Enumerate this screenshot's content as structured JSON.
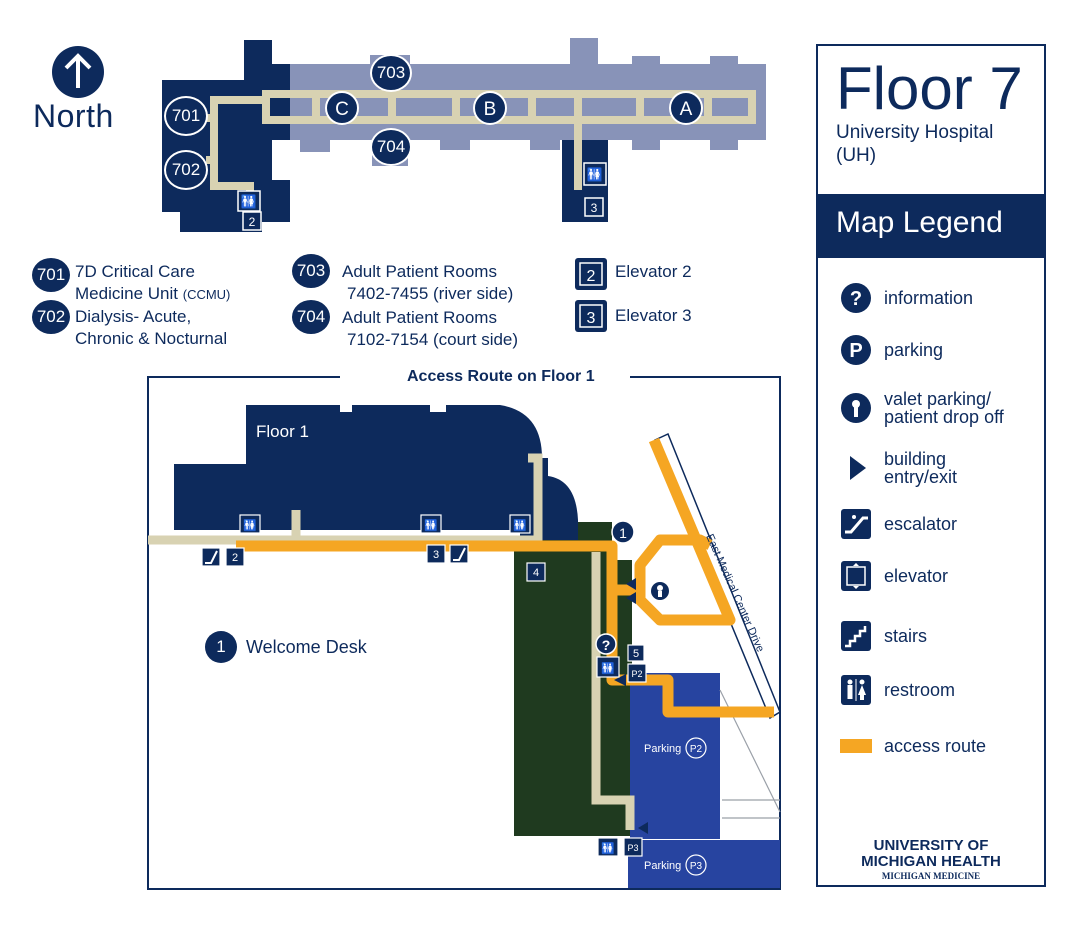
{
  "compass": {
    "label": "North"
  },
  "floor_plan": {
    "zone_labels": {
      "a": "A",
      "b": "B",
      "c": "C"
    },
    "room_badges": {
      "r701": "701",
      "r702": "702",
      "r703": "703",
      "r704": "704"
    },
    "elevator_numbers": {
      "e2": "2",
      "e3": "3"
    }
  },
  "key": {
    "items": [
      {
        "badge": "701",
        "line1": "7D Critical Care",
        "line2": "Medicine Unit",
        "line2_small": "(CCMU)"
      },
      {
        "badge": "702",
        "line1": "Dialysis- Acute,",
        "line2": "Chronic & Nocturnal"
      },
      {
        "badge": "703",
        "line1": "Adult Patient Rooms",
        "line2": "7402-7455 (river side)"
      },
      {
        "badge": "704",
        "line1": "Adult Patient Rooms",
        "line2": "7102-7154 (court side)"
      }
    ],
    "elevators": [
      {
        "number": "2",
        "label": "Elevator 2"
      },
      {
        "number": "3",
        "label": "Elevator 3"
      }
    ]
  },
  "access": {
    "title": "Access Route on Floor 1",
    "floor_label": "Floor 1",
    "street": "East Medical Center Drive",
    "welcome_badge": "1",
    "welcome_label": "Welcome Desk",
    "parking_p2": "Parking",
    "parking_p2_code": "P2",
    "parking_p3": "Parking",
    "parking_p3_code": "P3",
    "elevator_numbers": {
      "e2": "2",
      "e3": "3",
      "e4": "4",
      "e5": "5",
      "p2": "P2",
      "p3": "P3"
    },
    "desk_marker": "1"
  },
  "legend_panel": {
    "floor_title": "Floor 7",
    "building": "University Hospital",
    "building_code": "(UH)",
    "header": "Map Legend",
    "items": [
      {
        "icon": "info-icon",
        "label": "information"
      },
      {
        "icon": "parking-icon",
        "label": "parking"
      },
      {
        "icon": "valet-key-icon",
        "label": "valet parking/\npatient drop off"
      },
      {
        "icon": "entry-arrow-icon",
        "label": "building\nentry/exit"
      },
      {
        "icon": "escalator-icon",
        "label": "escalator"
      },
      {
        "icon": "elevator-icon",
        "label": "elevator"
      },
      {
        "icon": "stairs-icon",
        "label": "stairs"
      },
      {
        "icon": "restroom-icon",
        "label": "restroom"
      },
      {
        "icon": "access-route-swatch",
        "label": "access route"
      }
    ],
    "brand_line1": "UNIVERSITY OF",
    "brand_line2": "MICHIGAN HEALTH",
    "brand_line3": "MICHIGAN MEDICINE"
  },
  "colors": {
    "navy": "#0d2a5c",
    "slate": "#8893b8",
    "corridor": "#d8d2b2",
    "route": "#f5a623",
    "green": "#1f3a1f",
    "parking_blue": "#2744a0",
    "maize": "#ffcb05"
  }
}
